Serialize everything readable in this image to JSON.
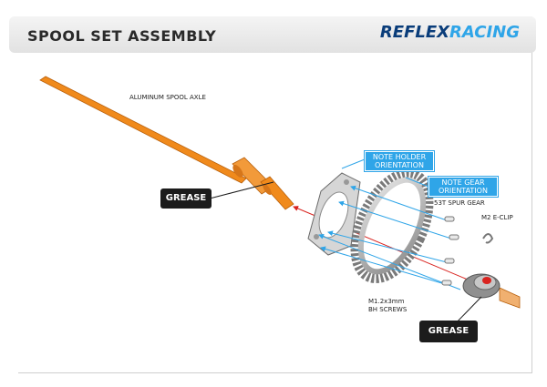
{
  "header": {
    "title": "SPOOL SET ASSEMBLY",
    "logo_part1": "REFLEX",
    "logo_part2": "RACING"
  },
  "labels": {
    "axle": "ALUMINUM SPOOL AXLE",
    "note_holder_line1": "NOTE HOLDER",
    "note_holder_line2": "ORIENTATION",
    "note_gear_line1": "NOTE GEAR",
    "note_gear_line2": "ORIENTATION",
    "spur_gear": "53T SPUR GEAR",
    "eclip": "M2 E-CLIP",
    "screws_line1": "M1.2x3mm",
    "screws_line2": "BH SCREWS",
    "grease_left": "GREASE",
    "grease_right": "GREASE"
  },
  "colors": {
    "axle_orange": "#f08a1c",
    "callout_blue": "#2fa5e8",
    "arrow_red": "#d9231f",
    "logo_blue": "#0a3d7a"
  }
}
